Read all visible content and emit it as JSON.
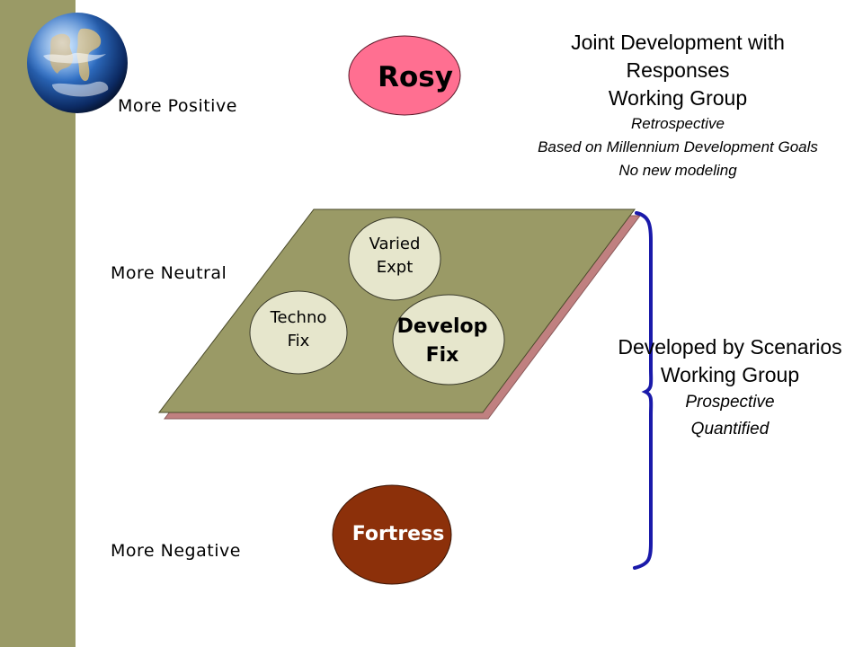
{
  "axis_labels": {
    "positive": "More Positive",
    "neutral": "More Neutral",
    "negative": "More Negative"
  },
  "scenarios": {
    "rosy": "Rosy",
    "varied_expt": [
      "Varied",
      "Expt"
    ],
    "techno_fix": [
      "Techno",
      "Fix"
    ],
    "develop_fix": [
      "Develop",
      "Fix"
    ],
    "fortress": "Fortress"
  },
  "joint_block": {
    "title_line1": "Joint Development with",
    "title_line2": "Responses",
    "title_line3": "Working Group",
    "notes": [
      "Retrospective",
      "Based on Millennium Development Goals",
      "No new modeling"
    ]
  },
  "dev_block": {
    "title_line1": "Developed by Scenarios",
    "title_line2": "Working Group",
    "notes": [
      "Prospective",
      "Quantified"
    ]
  },
  "colors": {
    "sidebar": "#9a9a66",
    "plane_fill": "#9a9a66",
    "plane_shadow": "#c08080",
    "rosy_fill": "#ff6f91",
    "bubble_fill": "#e6e6cc",
    "fortress_fill": "#8c300a",
    "brace": "#1a1aaa"
  },
  "icons": {
    "globe": "earth-globe-icon"
  }
}
